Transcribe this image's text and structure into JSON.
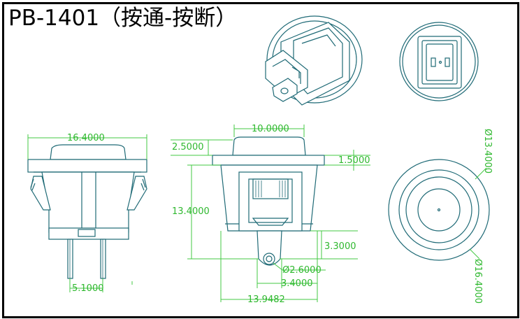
{
  "title": "PB-1401（按通-按断）",
  "colors": {
    "outline": "#1f6a76",
    "dimension": "#2fb82f",
    "frame": "#000000"
  },
  "dimensions": {
    "side_width": "16.4000",
    "side_pin_spacing": "5.1000",
    "front_cap_width": "10.0000",
    "front_cap_height": "2.5000",
    "front_flange": "1.5000",
    "front_total_height": "13.4000",
    "front_terminal_height": "3.3000",
    "front_hole_dia": "Ø2.6000",
    "front_terminal_width": "3.4000",
    "front_overall_width": "13.9482",
    "top_inner_dia": "Ø13.4000",
    "top_outer_dia": "Ø16.4000"
  }
}
